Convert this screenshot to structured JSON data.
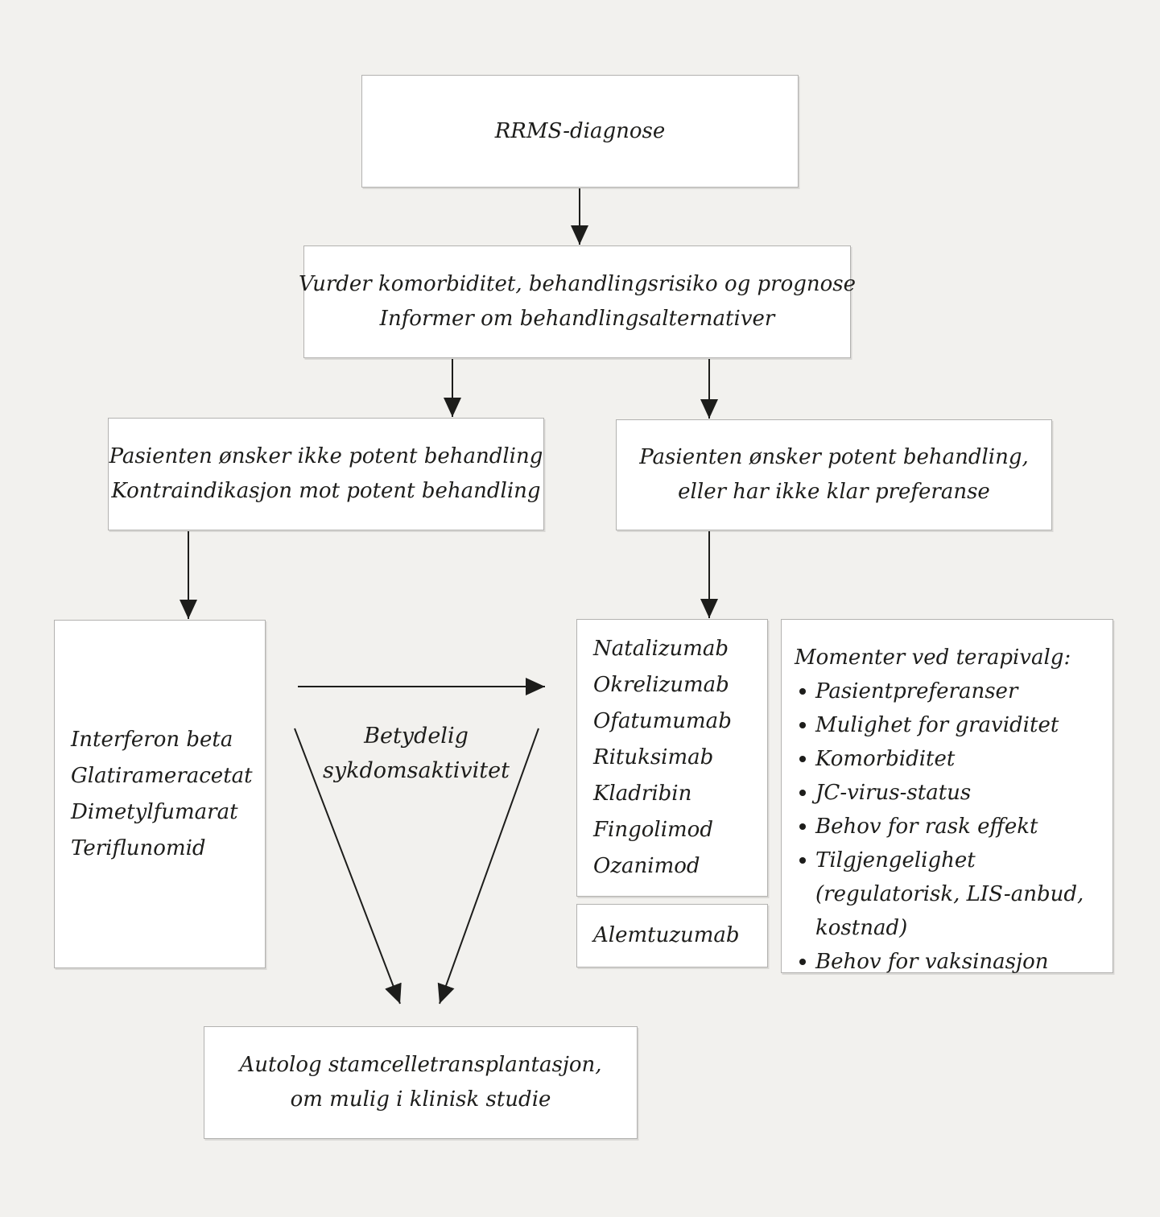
{
  "colors": {
    "background": "#f2f1ee",
    "box_background": "#ffffff",
    "box_border": "#b3b2b0",
    "text": "#1d1d1b",
    "arrow": "#1d1d1b"
  },
  "boxes": {
    "diagnosis": {
      "lines": [
        "RRMS-diagnose"
      ]
    },
    "assessment": {
      "lines": [
        "Vurder komorbiditet, behandlingsrisiko og prognose",
        "Informer om behandlingsalternativer"
      ]
    },
    "no_potent_preference": {
      "lines": [
        "Pasienten ønsker ikke potent behandling",
        "Kontraindikasjon mot potent behandling"
      ]
    },
    "potent_preference": {
      "lines": [
        "Pasienten ønsker potent behandling,",
        "eller har ikke klar preferanse"
      ]
    },
    "moderate_drugs": {
      "items": [
        "Interferon beta",
        "Glatirameracetat",
        "Dimetylfumarat",
        "Teriflunomid"
      ]
    },
    "potent_drugs": {
      "items": [
        "Natalizumab",
        "Okrelizumab",
        "Ofatumumab",
        "Rituksimab",
        "Kladribin",
        "Fingolimod",
        "Ozanimod"
      ]
    },
    "alemtuzumab": {
      "label": "Alemtuzumab"
    },
    "considerations": {
      "title": "Momenter ved terapivalg:",
      "items": [
        "Pasientpreferanser",
        "Mulighet for graviditet",
        "Komorbiditet",
        "JC-virus-status",
        "Behov for rask effekt",
        "Tilgjengelighet (regulatorisk, LIS-anbud, kostnad)",
        "Behov for vaksinasjon"
      ]
    },
    "stem_cell": {
      "lines": [
        "Autolog stamcelletransplantasjon,",
        "om mulig i klinisk studie"
      ]
    }
  },
  "labels": {
    "disease_activity": {
      "lines": [
        "Betydelig",
        "sykdomsaktivitet"
      ]
    }
  }
}
